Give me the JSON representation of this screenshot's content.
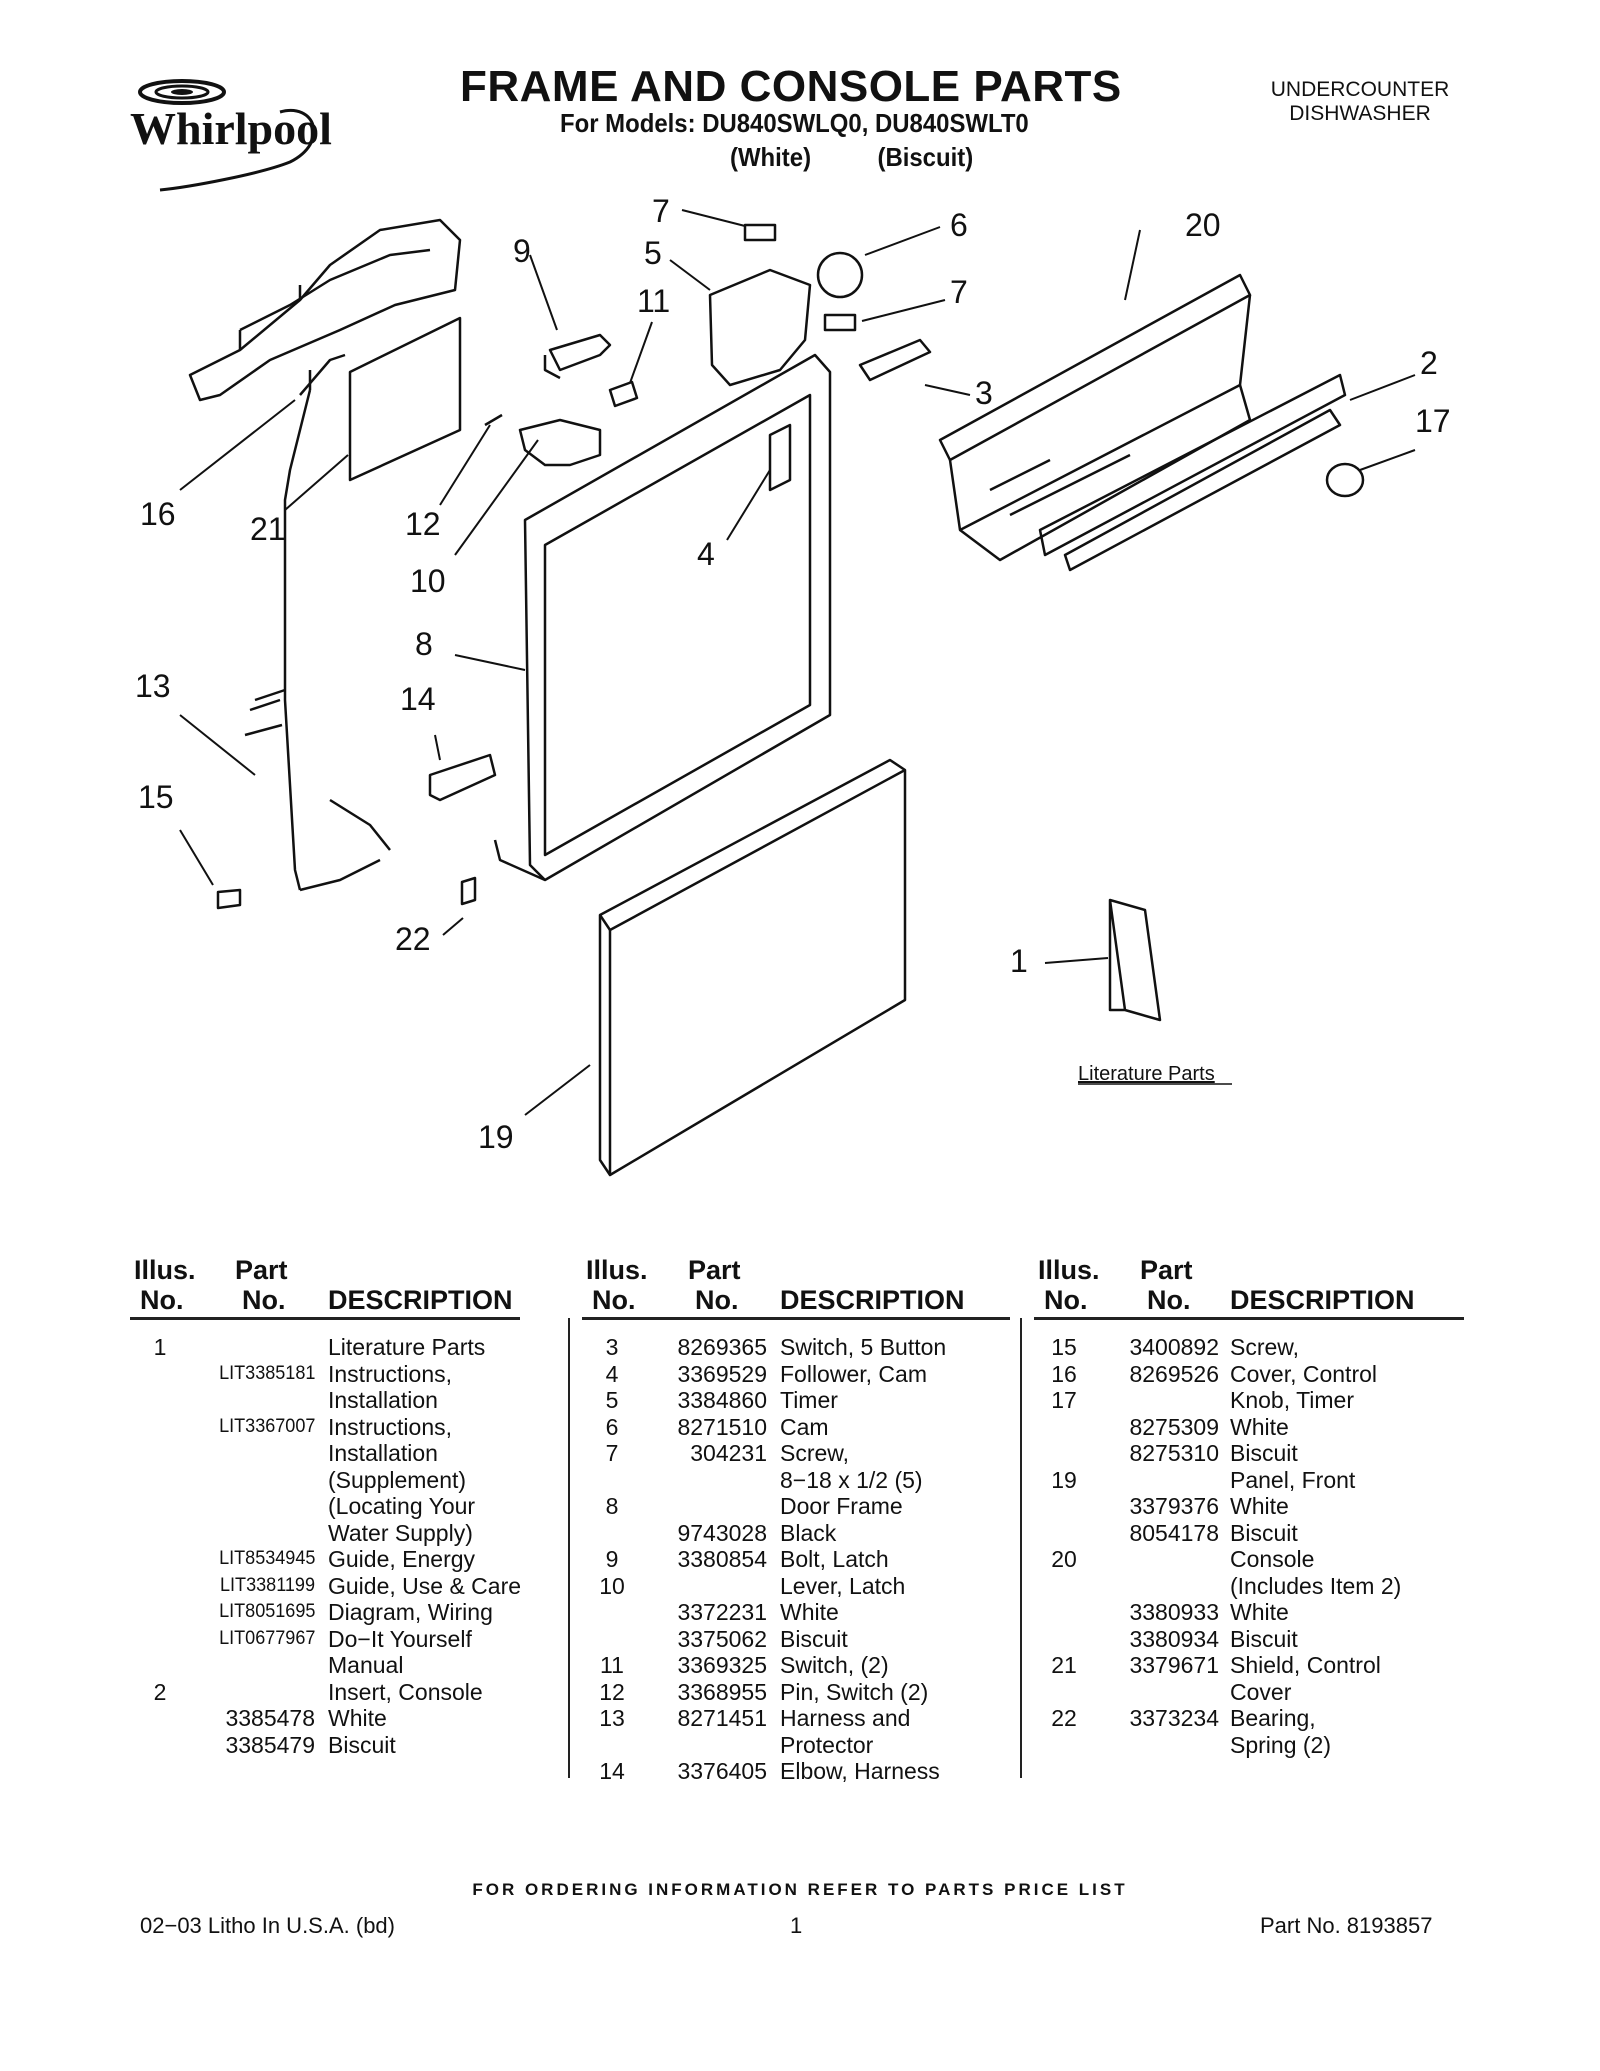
{
  "header": {
    "brand": "Whirlpool",
    "title": "FRAME AND CONSOLE PARTS",
    "models": "For Models: DU840SWLQ0, DU840SWLT0",
    "model_colors": "(White)          (Biscuit)",
    "appliance_line1": "UNDERCOUNTER",
    "appliance_line2": "DISHWASHER"
  },
  "diagram": {
    "callouts": [
      "7",
      "6",
      "20",
      "9",
      "5",
      "11",
      "7",
      "2",
      "3",
      "17",
      "16",
      "21",
      "12",
      "10",
      "4",
      "8",
      "13",
      "14",
      "15",
      "22",
      "1",
      "19"
    ],
    "literature_label": "Literature Parts"
  },
  "table": {
    "headers": {
      "illus_1": "Illus.",
      "illus_2": "No.",
      "part_1": "Part",
      "part_2": "No.",
      "desc": "DESCRIPTION"
    },
    "columns": [
      [
        {
          "illus": "1",
          "part": "",
          "desc": "Literature Parts"
        },
        {
          "illus": "",
          "part": "LIT3385181",
          "desc": "Instructions,"
        },
        {
          "illus": "",
          "part": "",
          "desc": "Installation"
        },
        {
          "illus": "",
          "part": "LIT3367007",
          "desc": "Instructions,"
        },
        {
          "illus": "",
          "part": "",
          "desc": "Installation"
        },
        {
          "illus": "",
          "part": "",
          "desc": "(Supplement)"
        },
        {
          "illus": "",
          "part": "",
          "desc": "(Locating Your"
        },
        {
          "illus": "",
          "part": "",
          "desc": "Water Supply)"
        },
        {
          "illus": "",
          "part": "LIT8534945",
          "desc": "Guide, Energy"
        },
        {
          "illus": "",
          "part": "LIT3381199",
          "desc": "Guide, Use & Care"
        },
        {
          "illus": "",
          "part": "LIT8051695",
          "desc": "Diagram, Wiring"
        },
        {
          "illus": "",
          "part": "LIT0677967",
          "desc": "Do−It Yourself"
        },
        {
          "illus": "",
          "part": "",
          "desc": "Manual"
        },
        {
          "illus": "2",
          "part": "",
          "desc": "Insert, Console"
        },
        {
          "illus": "",
          "part": "3385478",
          "desc": "White"
        },
        {
          "illus": "",
          "part": "3385479",
          "desc": "Biscuit"
        }
      ],
      [
        {
          "illus": "3",
          "part": "8269365",
          "desc": "Switch, 5 Button"
        },
        {
          "illus": "4",
          "part": "3369529",
          "desc": "Follower, Cam"
        },
        {
          "illus": "5",
          "part": "3384860",
          "desc": "Timer"
        },
        {
          "illus": "6",
          "part": "8271510",
          "desc": "Cam"
        },
        {
          "illus": "7",
          "part": "304231",
          "desc": "Screw,"
        },
        {
          "illus": "",
          "part": "",
          "desc": "8−18 x 1/2 (5)"
        },
        {
          "illus": "8",
          "part": "",
          "desc": "Door Frame"
        },
        {
          "illus": "",
          "part": "9743028",
          "desc": "Black"
        },
        {
          "illus": "9",
          "part": "3380854",
          "desc": "Bolt, Latch"
        },
        {
          "illus": "10",
          "part": "",
          "desc": "Lever, Latch"
        },
        {
          "illus": "",
          "part": "3372231",
          "desc": "White"
        },
        {
          "illus": "",
          "part": "3375062",
          "desc": "Biscuit"
        },
        {
          "illus": "11",
          "part": "3369325",
          "desc": "Switch, (2)"
        },
        {
          "illus": "12",
          "part": "3368955",
          "desc": "Pin, Switch (2)"
        },
        {
          "illus": "13",
          "part": "8271451",
          "desc": "Harness and"
        },
        {
          "illus": "",
          "part": "",
          "desc": "Protector"
        },
        {
          "illus": "14",
          "part": "3376405",
          "desc": "Elbow, Harness"
        }
      ],
      [
        {
          "illus": "15",
          "part": "3400892",
          "desc": "Screw,"
        },
        {
          "illus": "16",
          "part": "8269526",
          "desc": "Cover, Control"
        },
        {
          "illus": "17",
          "part": "",
          "desc": "Knob, Timer"
        },
        {
          "illus": "",
          "part": "8275309",
          "desc": "White"
        },
        {
          "illus": "",
          "part": "8275310",
          "desc": "Biscuit"
        },
        {
          "illus": "19",
          "part": "",
          "desc": "Panel, Front"
        },
        {
          "illus": "",
          "part": "3379376",
          "desc": "White"
        },
        {
          "illus": "",
          "part": "8054178",
          "desc": "Biscuit"
        },
        {
          "illus": "20",
          "part": "",
          "desc": "Console"
        },
        {
          "illus": "",
          "part": "",
          "desc": "(Includes Item 2)"
        },
        {
          "illus": "",
          "part": "3380933",
          "desc": "White"
        },
        {
          "illus": "",
          "part": "3380934",
          "desc": "Biscuit"
        },
        {
          "illus": "21",
          "part": "3379671",
          "desc": "Shield, Control"
        },
        {
          "illus": "",
          "part": "",
          "desc": "Cover"
        },
        {
          "illus": "22",
          "part": "3373234",
          "desc": "Bearing,"
        },
        {
          "illus": "",
          "part": "",
          "desc": "Spring (2)"
        }
      ]
    ]
  },
  "footer": {
    "ordering": "FOR ORDERING INFORMATION REFER TO PARTS PRICE LIST",
    "litho": "02−03 Litho In U.S.A. (bd)",
    "page": "1",
    "part_no": "Part No. 8193857"
  }
}
